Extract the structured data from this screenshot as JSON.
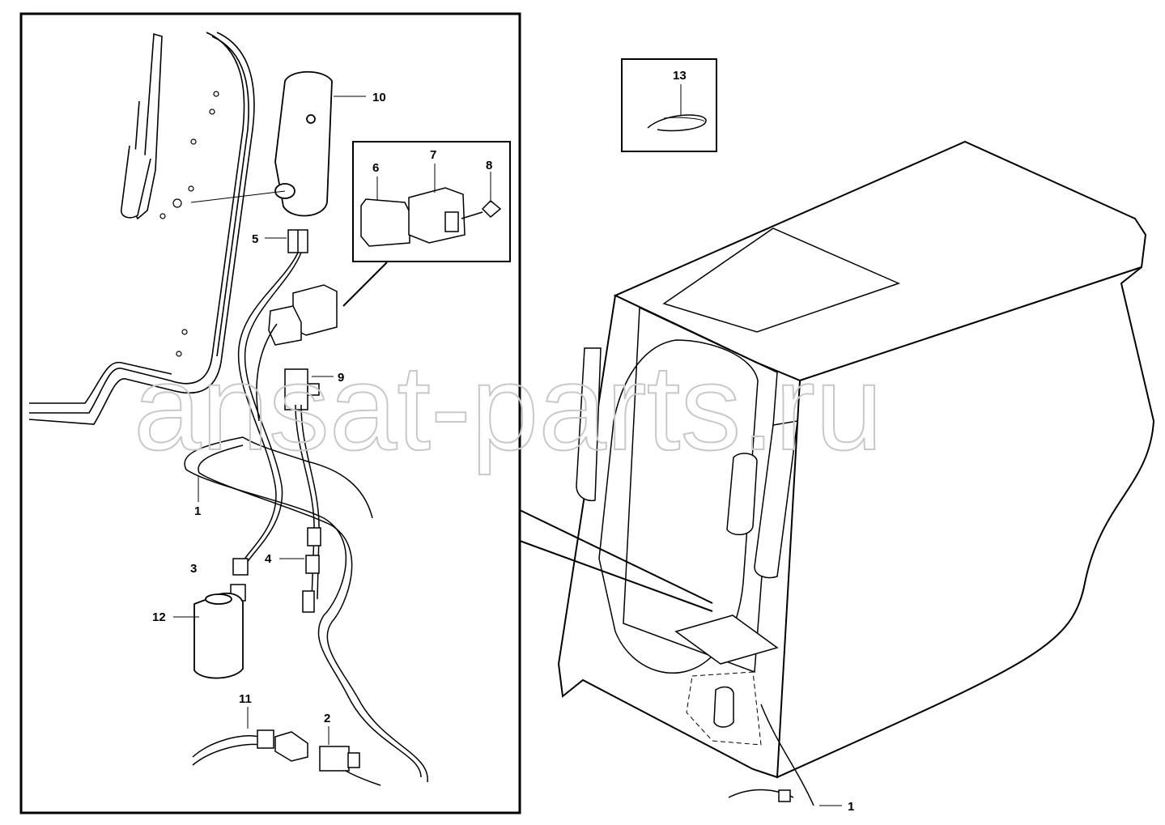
{
  "callouts": {
    "c1_left": "1",
    "c2": "2",
    "c3": "3",
    "c4": "4",
    "c5": "5",
    "c6": "6",
    "c7": "7",
    "c8": "8",
    "c9": "9",
    "c10": "10",
    "c11": "11",
    "c12": "12",
    "c13": "13",
    "c1_right": "1"
  },
  "watermark": "ansat-parts.ru"
}
